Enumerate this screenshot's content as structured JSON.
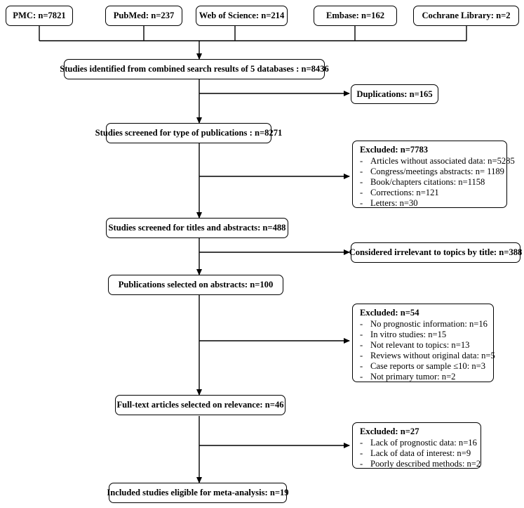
{
  "sources": [
    {
      "label": "PMC: n=7821"
    },
    {
      "label": "PubMed: n=237"
    },
    {
      "label": "Web of Science: n=214"
    },
    {
      "label": "Embase: n=162"
    },
    {
      "label": "Cochrane Library: n=2"
    }
  ],
  "main_steps": [
    {
      "label": "Studies identified from combined search results of 5 databases : n=8436"
    },
    {
      "label": "Studies screened for type of publications : n=8271"
    },
    {
      "label": "Studies screened for titles and abstracts: n=488"
    },
    {
      "label": "Publications selected on abstracts: n=100"
    },
    {
      "label": "Full-text articles selected on relevance: n=46"
    },
    {
      "label": "Included studies eligible for meta-analysis: n=19"
    }
  ],
  "side_boxes": {
    "duplications": {
      "label": "Duplications: n=165"
    },
    "excluded_1": {
      "title": "Excluded: n=7783",
      "items": [
        "Articles without associated data: n=5285",
        "Congress/meetings abstracts: n= 1189",
        "Book/chapters citations: n=1158",
        "Corrections: n=121",
        "Letters: n=30"
      ]
    },
    "irrelevant": {
      "label": "Considered irrelevant to topics by title: n=388"
    },
    "excluded_2": {
      "title": "Excluded: n=54",
      "items": [
        "No prognostic information: n=16",
        "In vitro studies: n=15",
        "Not relevant to topics: n=13",
        "Reviews without original data: n=5",
        "Case reports or sample ≤10: n=3",
        "Not primary tumor: n=2"
      ]
    },
    "excluded_3": {
      "title": "Excluded: n=27",
      "items": [
        "Lack of prognostic data: n=16",
        "Lack of data of interest: n=9",
        "Poorly described methods: n=2"
      ]
    }
  },
  "bullet_char": "-"
}
